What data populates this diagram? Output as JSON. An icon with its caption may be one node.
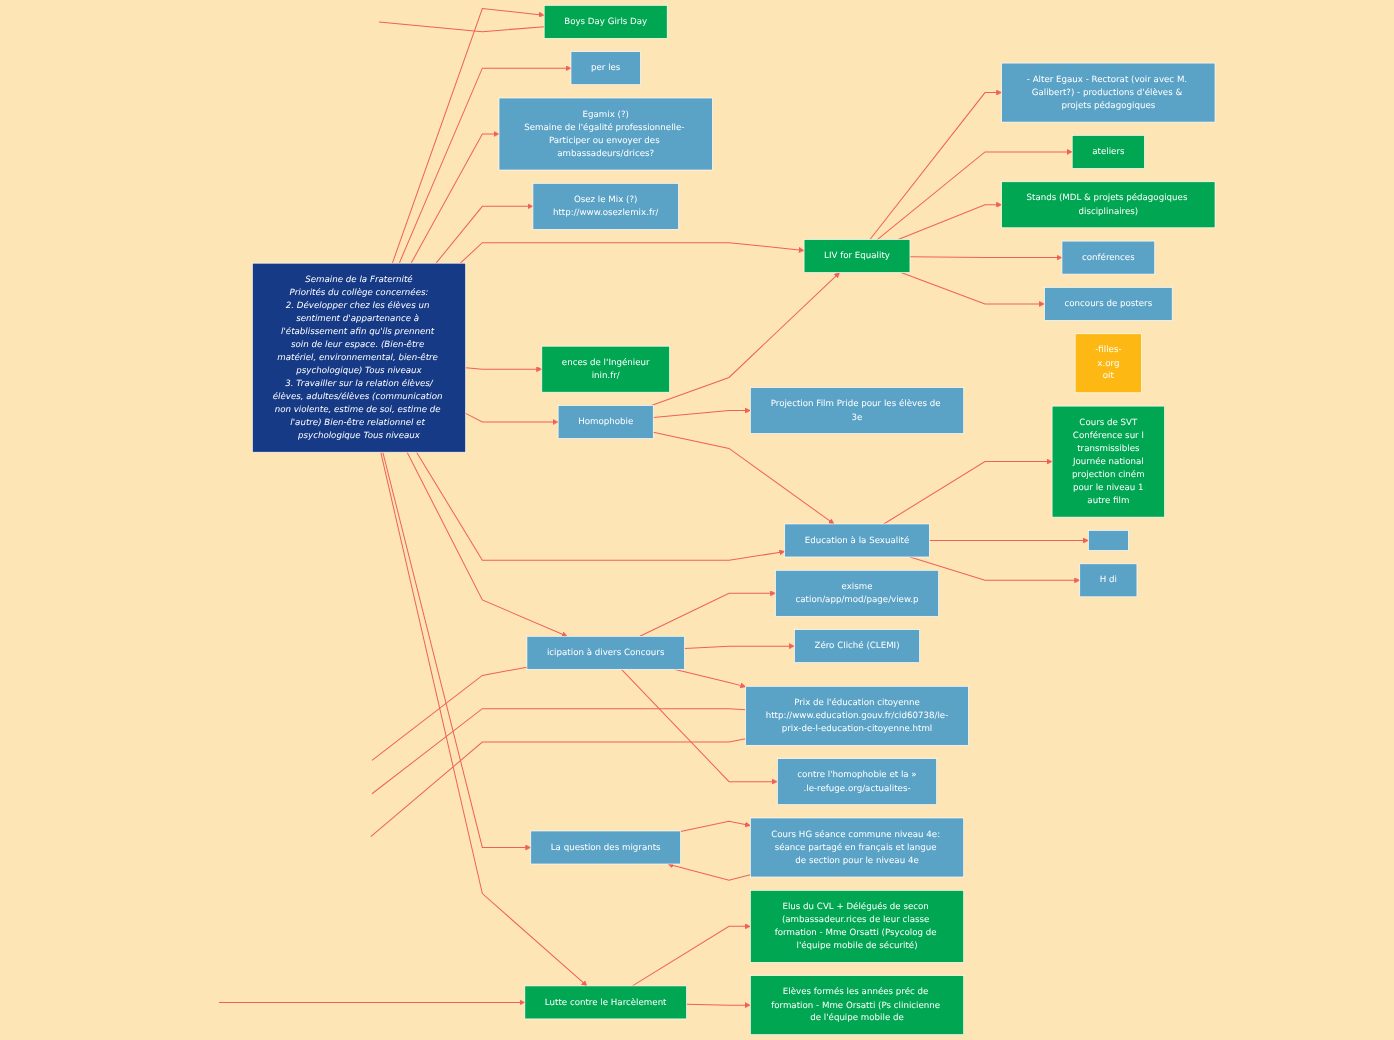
{
  "diagram": {
    "nodes": [
      {
        "text": [
          "Semaine de la Fraternité",
          "Priorités du collège concernées:",
          "2. Développer chez les élèves un sentiment d'appartenance à l'établissement afin qu'ils prennent soin de leur espace. (Bien-être matériel, environnemental, bien-être psychologique) Tous niveaux",
          "3. Travailler sur la relation élèves/élèves, adultes/élèves (communication non violente, estime de soi, estime de l'autre) Bien-être relationnel et psychologique Tous niveaux"
        ]
      },
      {
        "text": [
          "Boys Day Girls Day"
        ]
      },
      {
        "text": [
          "per les"
        ]
      },
      {
        "text": [
          "-filles-",
          "x.org",
          "oit"
        ]
      },
      {
        "text": [
          "Egamix (?)",
          "Semaine de l'égalité professionnelle- Participer ou envoyer des ambassadeurs/drices?"
        ]
      },
      {
        "text": [
          "Osez le Mix (?)",
          "http://www.osezlemix.fr/"
        ]
      },
      {
        "text": [
          "LIV for Equality"
        ]
      },
      {
        "text": [
          "- Alter Egaux - Rectorat (voir avec M. Galibert?) - productions d'élèves & projets pédagogiques"
        ]
      },
      {
        "text": [
          "ateliers"
        ]
      },
      {
        "text": [
          "Stands (MDL & projets pédagogiques disciplinaires)"
        ]
      },
      {
        "text": [
          "conférences"
        ]
      },
      {
        "text": [
          "concours de posters"
        ]
      },
      {
        "text": [
          "Homophobie"
        ]
      },
      {
        "text": [
          "Projection Film Pride pour les élèves de 3e"
        ]
      },
      {
        "text": [
          "Education à la Sexualité"
        ]
      },
      {
        "text": [
          "Cours de SVT",
          "Conférence sur l",
          "transmissibles",
          "Journée national",
          "projection ciném",
          "pour le niveau 1",
          "autre film"
        ]
      },
      {
        "text": [],
        "shape": "box"
      },
      {
        "text": [
          "H di"
        ]
      },
      {
        "text": [
          "ences de l'Ingénieur",
          "inin.fr/"
        ]
      },
      {
        "text": [
          "exisme",
          "cation/app/mod/page/view.p"
        ]
      },
      {
        "text": [
          "icipation à divers Concours"
        ]
      },
      {
        "text": [
          "Zéro Cliché (CLEMI)"
        ]
      },
      {
        "text": [
          "Prix de l'éducation citoyenne",
          "http://www.education.gouv.fr/cid60738/le-prix-de-l-education-citoyenne.html"
        ]
      },
      {
        "text": [
          "contre l'homophobie et la »",
          ".le-refuge.org/actualites-"
        ]
      },
      {
        "text": [
          "La question des migrants"
        ]
      },
      {
        "text": [
          "Cours HG séance commune niveau 4e: séance partagé en français et langue de section pour le niveau 4e"
        ]
      },
      {
        "text": [
          "Lutte contre le Harcèlement"
        ]
      },
      {
        "text": [
          "Elus du CVL + Délégués de secon (ambassadeur.rices de leur classe formation - Mme Orsatti (Psycolog de l'équipe mobile de sécurité)"
        ]
      },
      {
        "text": [
          "Elèves formés les années préc de formation - Mme Orsatti (Ps clinicienne de l'équipe mobile de"
        ]
      }
    ],
    "edges": [
      {
        "from": 0,
        "to": 1,
        "arrow": "to"
      },
      {
        "from": 0,
        "to": 2,
        "arrow": "to"
      },
      {
        "from": 1,
        "to": null,
        "arrow": "none"
      },
      {
        "from": 0,
        "to": 4,
        "arrow": "to"
      },
      {
        "from": 0,
        "to": 5,
        "arrow": "to"
      },
      {
        "from": 0,
        "to": 6,
        "arrow": "to"
      },
      {
        "from": 6,
        "to": 7,
        "arrow": "to"
      },
      {
        "from": 6,
        "to": 8,
        "arrow": "to"
      },
      {
        "from": 6,
        "to": 9,
        "arrow": "to"
      },
      {
        "from": 6,
        "to": 10,
        "arrow": "to"
      },
      {
        "from": 6,
        "to": 11,
        "arrow": "to"
      },
      {
        "from": 12,
        "to": 6,
        "arrow": "to"
      },
      {
        "from": 12,
        "to": 13,
        "arrow": "to"
      },
      {
        "from": 0,
        "to": 12,
        "arrow": "to"
      },
      {
        "from": 12,
        "to": 14,
        "arrow": "to"
      },
      {
        "from": 0,
        "to": 14,
        "arrow": "to"
      },
      {
        "from": 14,
        "to": 15,
        "arrow": "to"
      },
      {
        "from": 14,
        "to": 16,
        "arrow": "to"
      },
      {
        "from": 14,
        "to": 17,
        "arrow": "to"
      },
      {
        "from": 0,
        "to": 18,
        "arrow": "to"
      },
      {
        "from": 0,
        "to": 20,
        "arrow": "to"
      },
      {
        "from": 20,
        "to": null,
        "arrow": "none"
      },
      {
        "from": 20,
        "to": 19,
        "arrow": "to"
      },
      {
        "from": 20,
        "to": 21,
        "arrow": "to"
      },
      {
        "from": 20,
        "to": 22,
        "arrow": "to"
      },
      {
        "from": 20,
        "to": 23,
        "arrow": "to"
      },
      {
        "from": 0,
        "to": 24,
        "arrow": "to"
      },
      {
        "from": 25,
        "to": 24,
        "arrow": "to"
      },
      {
        "from": 24,
        "to": 25,
        "arrow": "to"
      },
      {
        "from": 0,
        "to": 26,
        "arrow": "to"
      },
      {
        "from": 26,
        "to": 27,
        "arrow": "to"
      },
      {
        "from": 26,
        "to": 28,
        "arrow": "to"
      },
      {
        "from": null,
        "to": 26,
        "arrow": "to"
      },
      {
        "from": null,
        "to": 22,
        "arrow": "none"
      },
      {
        "from": null,
        "to": 22,
        "arrow": "none"
      }
    ]
  }
}
